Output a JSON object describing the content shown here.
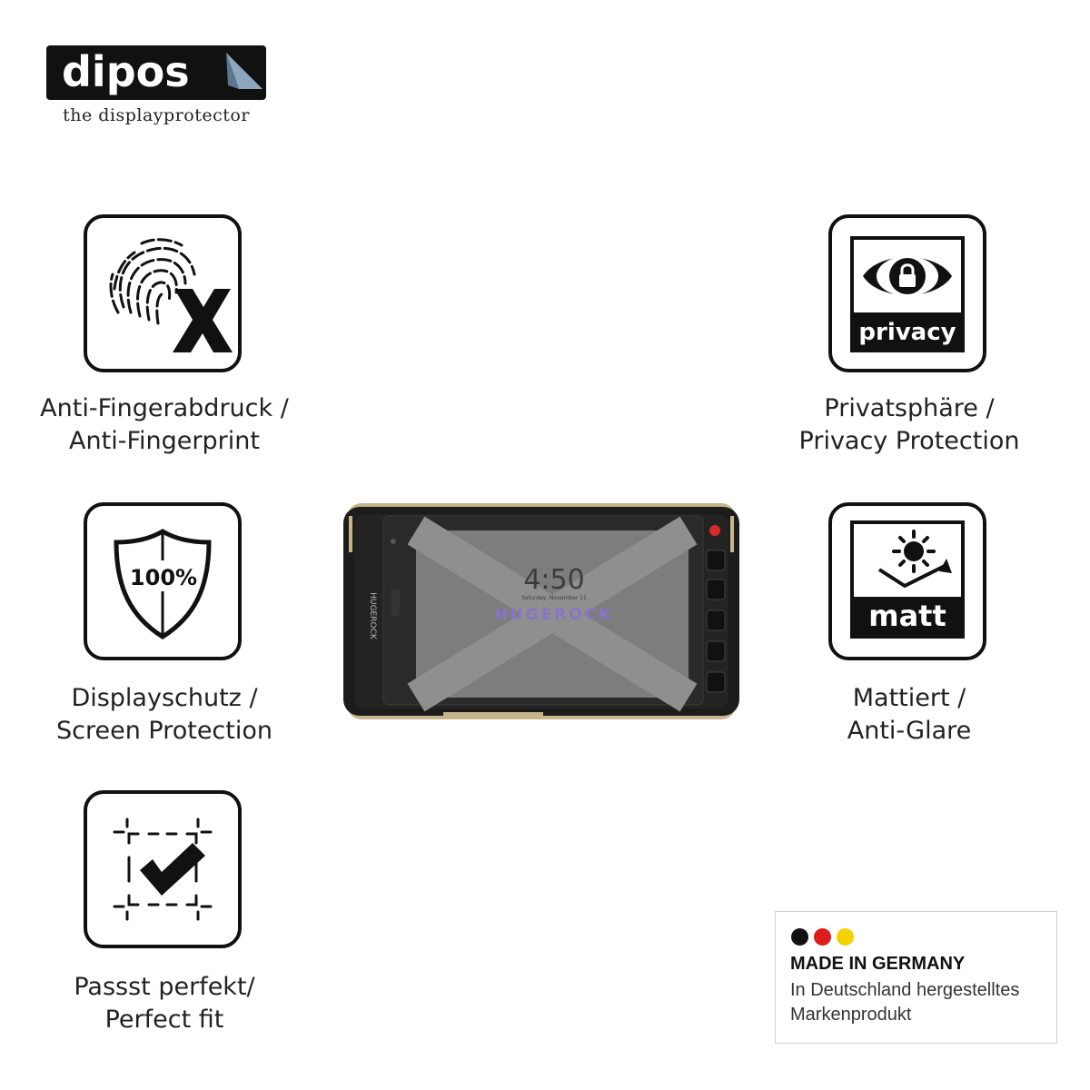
{
  "brand": {
    "name": "dipos",
    "tagline": "the displayprotector"
  },
  "features": [
    {
      "icon": "fingerprint-cross-icon",
      "line1": "Anti-Fingerabdruck /",
      "line2": "Anti-Fingerprint"
    },
    {
      "icon": "shield-100-icon",
      "line1": "Displayschutz /",
      "line2": "Screen Protection",
      "badge_text": "100%"
    },
    {
      "icon": "checkmark-frame-icon",
      "line1": "Passst perfekt/",
      "line2": "Perfect fit"
    },
    {
      "icon": "privacy-eye-lock-icon",
      "line1": "Privatsphäre /",
      "line2": "Privacy Protection",
      "badge_text": "privacy"
    },
    {
      "icon": "sun-matt-icon",
      "line1": "Mattiert /",
      "line2": "Anti-Glare",
      "badge_text": "matt"
    }
  ],
  "device": {
    "brand_vertical": "HUGEROCK",
    "clock": "4:50",
    "date": "Saturday, November 11",
    "screen_brand": "HUGEROCK"
  },
  "made_in": {
    "title": "MADE IN GERMANY",
    "line1": "In Deutschland hergestelltes",
    "line2": "Markenprodukt",
    "flag_colors": [
      "#111111",
      "#dd1c1c",
      "#f5d100"
    ]
  },
  "colors": {
    "ink": "#111111",
    "device_body": "#1c1c1c",
    "device_trim": "#c9b48a"
  }
}
